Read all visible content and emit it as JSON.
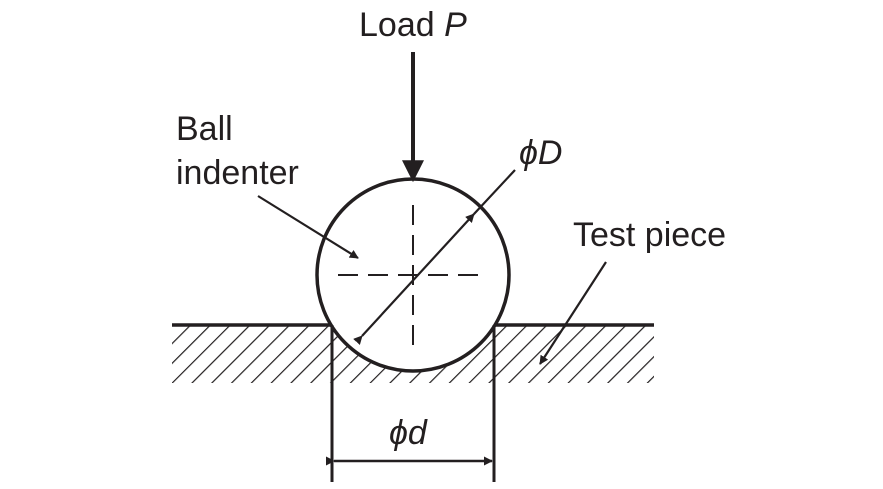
{
  "labels": {
    "load_prefix": "Load ",
    "load_symbol": "P",
    "ball_line1": "Ball",
    "ball_line2": "indenter",
    "ball_diameter": "D",
    "test_piece": "Test piece",
    "indent_diameter": "d",
    "phi": "ϕ"
  },
  "colors": {
    "ink": "#231f20",
    "background": "#ffffff"
  }
}
